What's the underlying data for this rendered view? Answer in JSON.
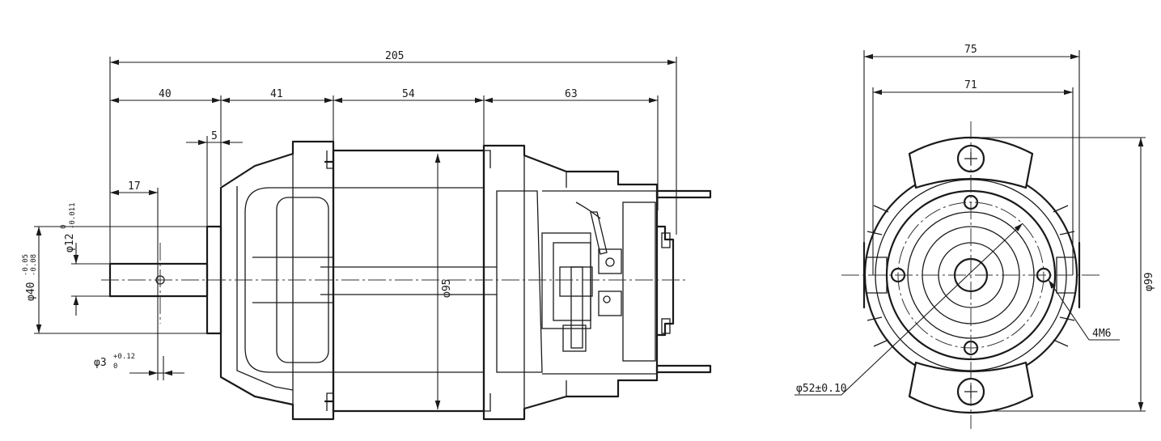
{
  "side_view": {
    "overall_length": "205",
    "segments": [
      "40",
      "41",
      "54",
      "63"
    ],
    "shaft_step": "5",
    "hole_position": "17",
    "shaft_diameter": "φ12",
    "shaft_diameter_tol_upper": "0",
    "shaft_diameter_tol_lower": "-0.011",
    "flange_diameter": "φ40",
    "flange_diameter_tol_upper": "-0.05",
    "flange_diameter_tol_lower": "-0.08",
    "hole_diameter": "φ3",
    "hole_diameter_tol_upper": "+0.12",
    "hole_diameter_tol_lower": "0",
    "body_diameter": "φ95"
  },
  "front_view": {
    "outer_width": "75",
    "inner_width": "71",
    "height": "φ99",
    "bolt_circle": "φ52±0.10",
    "thread_callout": "4M6"
  }
}
